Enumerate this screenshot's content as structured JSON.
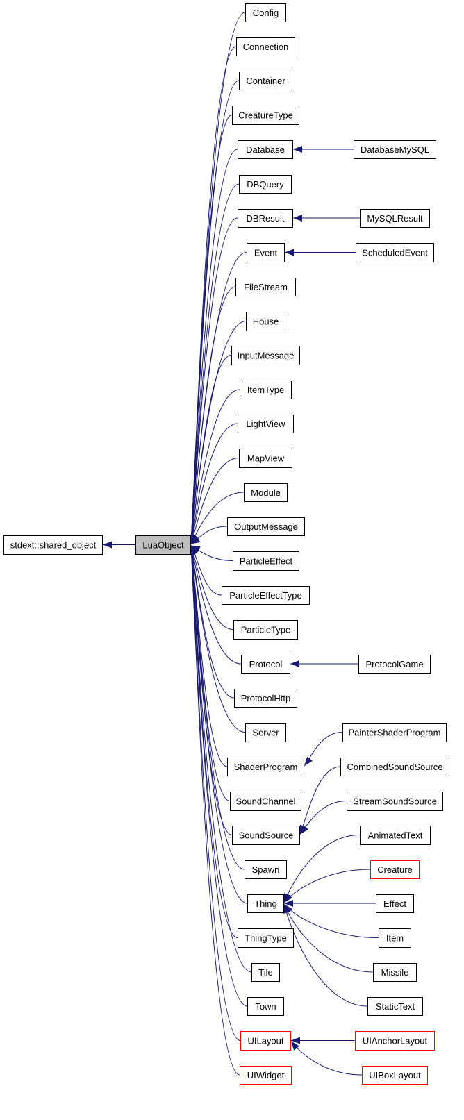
{
  "diagram": {
    "root": {
      "id": "n_lua",
      "label": "LuaObject",
      "style": "highlight"
    },
    "base": {
      "id": "n_stdext",
      "label": "stdext::shared_object",
      "style": "normal"
    },
    "children": [
      {
        "id": "n_config",
        "label": "Config",
        "style": "normal"
      },
      {
        "id": "n_connection",
        "label": "Connection",
        "style": "normal"
      },
      {
        "id": "n_container",
        "label": "Container",
        "style": "normal"
      },
      {
        "id": "n_creaturetype",
        "label": "CreatureType",
        "style": "normal"
      },
      {
        "id": "n_database",
        "label": "Database",
        "style": "normal"
      },
      {
        "id": "n_dbquery",
        "label": "DBQuery",
        "style": "normal"
      },
      {
        "id": "n_dbresult",
        "label": "DBResult",
        "style": "normal"
      },
      {
        "id": "n_event",
        "label": "Event",
        "style": "normal"
      },
      {
        "id": "n_filestream",
        "label": "FileStream",
        "style": "normal"
      },
      {
        "id": "n_house",
        "label": "House",
        "style": "normal"
      },
      {
        "id": "n_inputmessage",
        "label": "InputMessage",
        "style": "normal"
      },
      {
        "id": "n_itemtype",
        "label": "ItemType",
        "style": "normal"
      },
      {
        "id": "n_lightview",
        "label": "LightView",
        "style": "normal"
      },
      {
        "id": "n_mapview",
        "label": "MapView",
        "style": "normal"
      },
      {
        "id": "n_module",
        "label": "Module",
        "style": "normal"
      },
      {
        "id": "n_outputmessage",
        "label": "OutputMessage",
        "style": "normal"
      },
      {
        "id": "n_particleeffect",
        "label": "ParticleEffect",
        "style": "normal"
      },
      {
        "id": "n_particleeffecttype",
        "label": "ParticleEffectType",
        "style": "normal"
      },
      {
        "id": "n_particletype",
        "label": "ParticleType",
        "style": "normal"
      },
      {
        "id": "n_protocol",
        "label": "Protocol",
        "style": "normal"
      },
      {
        "id": "n_protocolhttp",
        "label": "ProtocolHttp",
        "style": "normal"
      },
      {
        "id": "n_server",
        "label": "Server",
        "style": "normal"
      },
      {
        "id": "n_shaderprogram",
        "label": "ShaderProgram",
        "style": "normal"
      },
      {
        "id": "n_soundchannel",
        "label": "SoundChannel",
        "style": "normal"
      },
      {
        "id": "n_soundsource",
        "label": "SoundSource",
        "style": "normal"
      },
      {
        "id": "n_spawn",
        "label": "Spawn",
        "style": "normal"
      },
      {
        "id": "n_thing",
        "label": "Thing",
        "style": "normal"
      },
      {
        "id": "n_thingtype",
        "label": "ThingType",
        "style": "normal"
      },
      {
        "id": "n_tile",
        "label": "Tile",
        "style": "normal"
      },
      {
        "id": "n_town",
        "label": "Town",
        "style": "normal"
      },
      {
        "id": "n_uilayout",
        "label": "UILayout",
        "style": "red"
      },
      {
        "id": "n_uiwidget",
        "label": "UIWidget",
        "style": "red"
      }
    ],
    "grandchildren": [
      {
        "id": "n_databasemysql",
        "label": "DatabaseMySQL",
        "style": "normal",
        "parent": "n_database"
      },
      {
        "id": "n_mysqlresult",
        "label": "MySQLResult",
        "style": "normal",
        "parent": "n_dbresult"
      },
      {
        "id": "n_scheduledevent",
        "label": "ScheduledEvent",
        "style": "normal",
        "parent": "n_event"
      },
      {
        "id": "n_protocolgame",
        "label": "ProtocolGame",
        "style": "normal",
        "parent": "n_protocol"
      },
      {
        "id": "n_paintershaderprogram",
        "label": "PainterShaderProgram",
        "style": "normal",
        "parent": "n_shaderprogram"
      },
      {
        "id": "n_combinedsoundsource",
        "label": "CombinedSoundSource",
        "style": "normal",
        "parent": "n_soundsource"
      },
      {
        "id": "n_streamsoundsource",
        "label": "StreamSoundSource",
        "style": "normal",
        "parent": "n_soundsource"
      },
      {
        "id": "n_animatedtext",
        "label": "AnimatedText",
        "style": "normal",
        "parent": "n_thing"
      },
      {
        "id": "n_creature",
        "label": "Creature",
        "style": "red",
        "parent": "n_thing"
      },
      {
        "id": "n_effect",
        "label": "Effect",
        "style": "normal",
        "parent": "n_thing"
      },
      {
        "id": "n_item",
        "label": "Item",
        "style": "normal",
        "parent": "n_thing"
      },
      {
        "id": "n_missile",
        "label": "Missile",
        "style": "normal",
        "parent": "n_thing"
      },
      {
        "id": "n_statictext",
        "label": "StaticText",
        "style": "normal",
        "parent": "n_thing"
      },
      {
        "id": "n_uianchorlayout",
        "label": "UIAnchorLayout",
        "style": "red",
        "parent": "n_uilayout"
      },
      {
        "id": "n_uiboxlayout",
        "label": "UIBoxLayout",
        "style": "red",
        "parent": "n_uilayout"
      }
    ],
    "colors": {
      "edge": "#191970",
      "box_border": "#000000",
      "box_fill": "#ffffff",
      "highlight_fill": "#bfbfbf",
      "red_border": "#ff0000",
      "text": "#000000"
    }
  }
}
